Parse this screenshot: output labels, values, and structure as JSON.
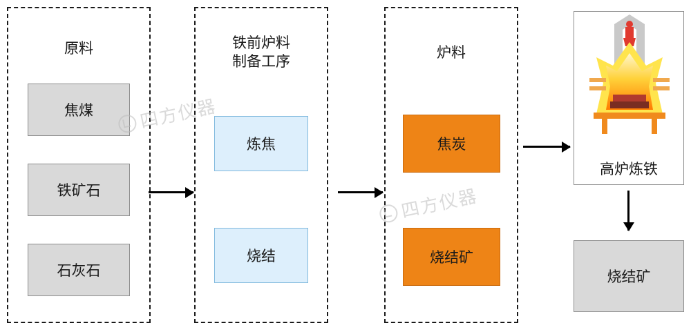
{
  "diagram": {
    "type": "process-flow",
    "groups": [
      {
        "id": "raw-materials",
        "title": "原料",
        "items": [
          {
            "label": "焦煤",
            "style": "gray"
          },
          {
            "label": "铁矿石",
            "style": "gray"
          },
          {
            "label": "石灰石",
            "style": "gray"
          }
        ]
      },
      {
        "id": "pre-iron-burden-prep",
        "title": "铁前炉料\n制备工序",
        "items": [
          {
            "label": "炼焦",
            "style": "blue"
          },
          {
            "label": "烧结",
            "style": "blue"
          }
        ]
      },
      {
        "id": "burden",
        "title": "炉料",
        "items": [
          {
            "label": "焦炭",
            "style": "orange"
          },
          {
            "label": "烧结矿",
            "style": "orange"
          }
        ]
      }
    ],
    "furnace": {
      "caption": "高炉炼铁",
      "icon": "blast-furnace-icon"
    },
    "output": {
      "label": "烧结矿",
      "style": "gray"
    },
    "arrows": [
      {
        "id": "arrow-raw-to-prep",
        "direction": "right"
      },
      {
        "id": "arrow-prep-to-burden",
        "direction": "right"
      },
      {
        "id": "arrow-burden-to-furnace",
        "direction": "right"
      },
      {
        "id": "arrow-furnace-to-output",
        "direction": "down"
      }
    ],
    "watermarks": [
      {
        "text": "四方仪器"
      },
      {
        "text": "四方仪器"
      }
    ],
    "colors": {
      "gray_fill": "#d9d9d9",
      "gray_border": "#8c8c8c",
      "blue_fill": "#ddeffc",
      "blue_border": "#7fb8dd",
      "orange_fill": "#ee8416",
      "orange_border": "#c96a0d",
      "line": "#000000",
      "flame_outer": "#ffe44d",
      "flame_inner": "#ff8a00"
    }
  }
}
